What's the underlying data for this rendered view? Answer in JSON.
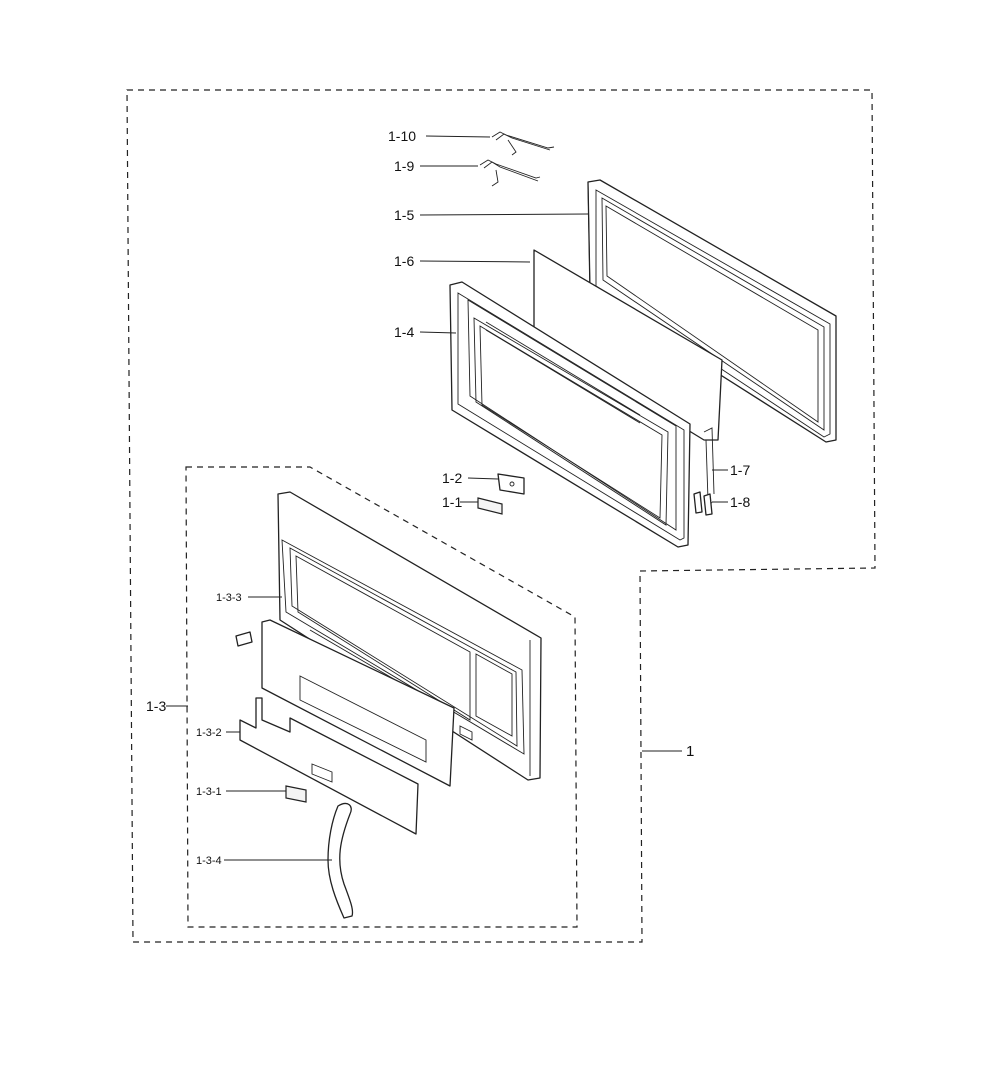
{
  "diagram": {
    "callouts": {
      "assembly": "1",
      "p1_10": "1-10",
      "p1_9": "1-9",
      "p1_5": "1-5",
      "p1_6": "1-6",
      "p1_4": "1-4",
      "p1_7": "1-7",
      "p1_8": "1-8",
      "p1_2": "1-2",
      "p1_1": "1-1",
      "p1_3": "1-3",
      "p1_3_3": "1-3-3",
      "p1_3_2": "1-3-2",
      "p1_3_1": "1-3-1",
      "p1_3_4": "1-3-4"
    }
  }
}
